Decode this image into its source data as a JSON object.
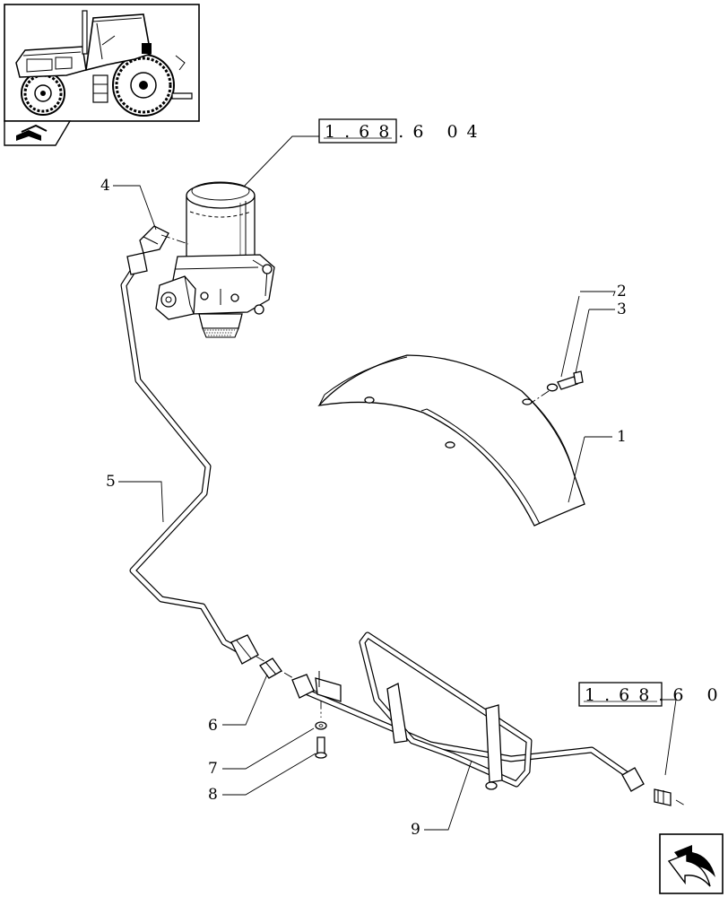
{
  "references": {
    "top": "1.68.6 04",
    "right": "1.68.6 0"
  },
  "callouts": [
    {
      "id": "1",
      "label": "1"
    },
    {
      "id": "2",
      "label": "2"
    },
    {
      "id": "3",
      "label": "3"
    },
    {
      "id": "4",
      "label": "4"
    },
    {
      "id": "5",
      "label": "5"
    },
    {
      "id": "6",
      "label": "6"
    },
    {
      "id": "7",
      "label": "7"
    },
    {
      "id": "8",
      "label": "8"
    },
    {
      "id": "9",
      "label": "9"
    }
  ],
  "icons": {
    "thumbnail": "tractor-thumbnail-icon",
    "book": "book-icon",
    "nav": "next-page-arrow-icon"
  }
}
